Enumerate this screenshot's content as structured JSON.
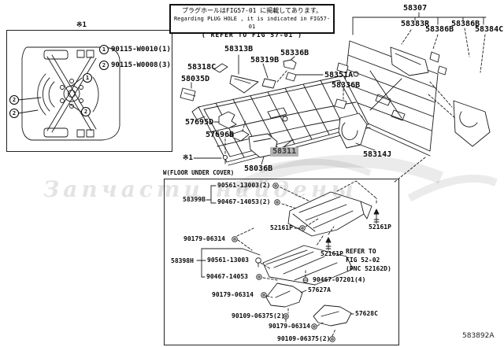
{
  "note_box": {
    "jp": "プラグホールはFIG57-01 に掲載してあります。",
    "en": "Regarding PLUG HOLE , it is indicated in FIG57-01",
    "refer": "( REFER TO FIG 57-01 )"
  },
  "ref_mark": "※1",
  "inset": {
    "legend": [
      {
        "num": "1",
        "part": "90115-W0010(1)"
      },
      {
        "num": "2",
        "part": "90115-W0008(3)"
      }
    ],
    "callouts": [
      {
        "num": "1"
      },
      {
        "num": "2"
      },
      {
        "num": "2"
      },
      {
        "num": "2"
      }
    ]
  },
  "assembly": {
    "parent": "58307",
    "children": [
      "58383R",
      "58386B",
      "58386B",
      "58384C"
    ]
  },
  "panel_parts": {
    "58313B": "58313B",
    "58318C": "58318C",
    "58319B": "58319B",
    "58336B": "58336B",
    "58035D": "58035D",
    "58351A": "58351A",
    "57695D": "57695D",
    "57696B": "57696B",
    "58311": "58311",
    "58036B": "58036B",
    "58314J": "58314J"
  },
  "under_cover": {
    "title": "W(FLOOR UNDER COVER)",
    "58399B": "58399B",
    "58398H": "58398H",
    "52161P": "52161P",
    "57627A": "57627A",
    "57628C": "57628C",
    "fasteners": {
      "90561_13003_2": "90561-13003(2)",
      "90467_14053_2": "90467-14053(2)",
      "90561_13003": "90561-13003",
      "90467_14053": "90467-14053",
      "90179_06314": "90179-06314",
      "90467_07201_4": "90467-07201(4)",
      "90109_06375_2": "90109-06375(2)"
    },
    "refer_note": [
      "REFER TO",
      "FIG 52-02",
      "(PNC 52162D)"
    ]
  },
  "figure_code": "583892A",
  "watermark": "Запчасти найдены"
}
